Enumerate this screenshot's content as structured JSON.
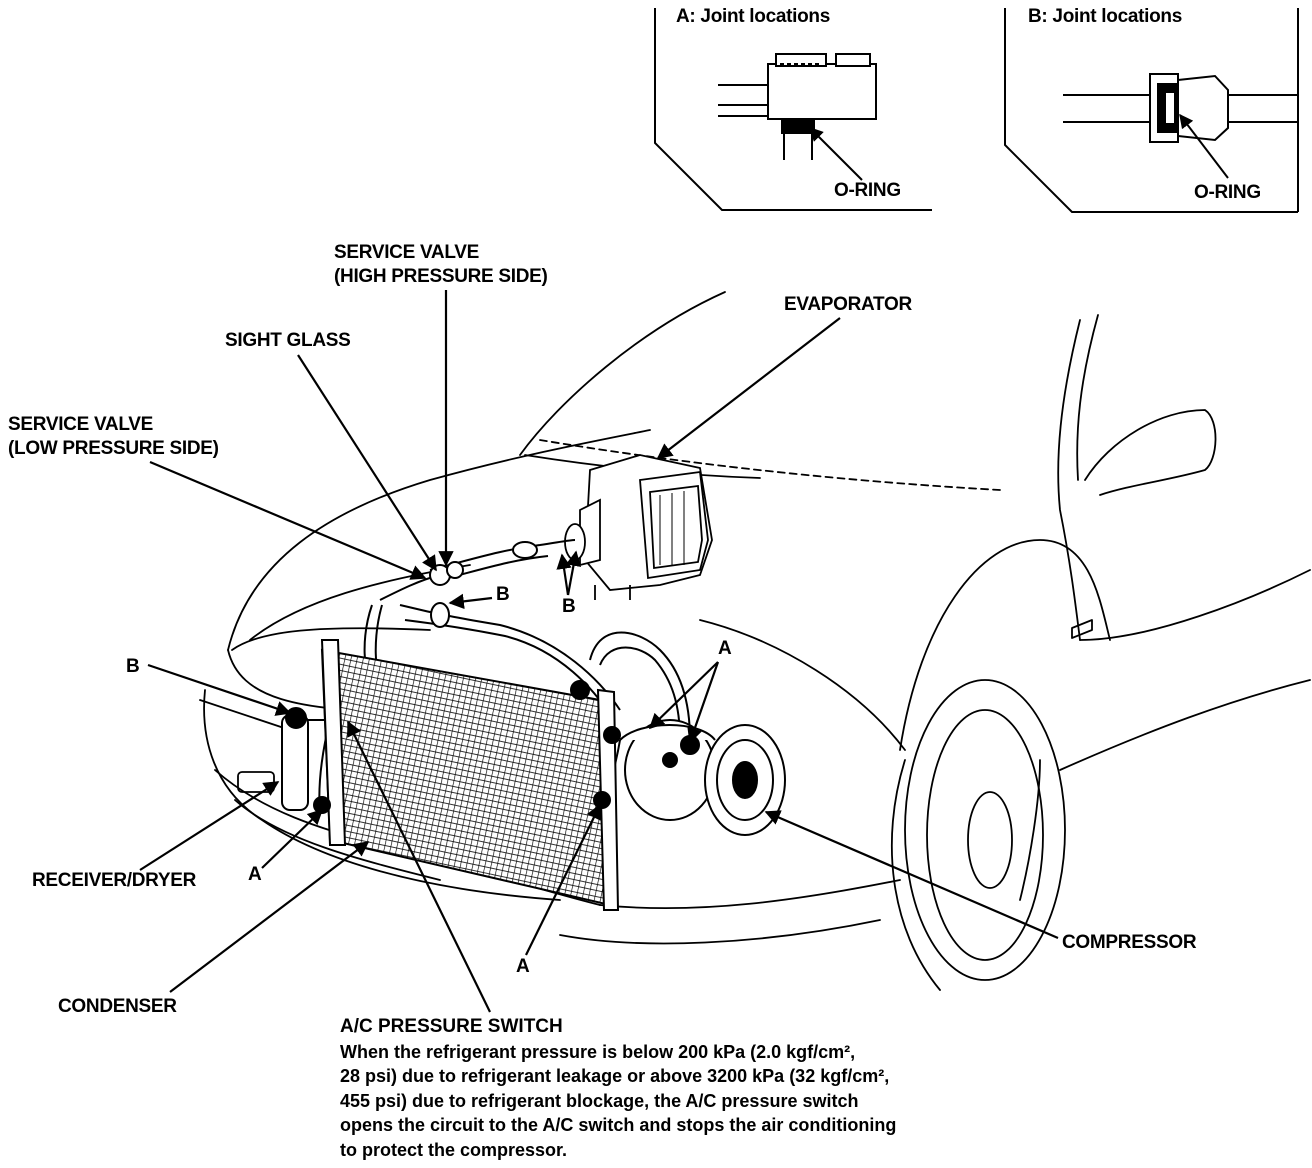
{
  "insets": {
    "a": {
      "title": "A: Joint locations",
      "part": "O-RING"
    },
    "b": {
      "title": "B: Joint locations",
      "part": "O-RING"
    }
  },
  "labels": {
    "service_valve_high": [
      "SERVICE VALVE",
      "(HIGH PRESSURE SIDE)"
    ],
    "evaporator": "EVAPORATOR",
    "sight_glass": "SIGHT GLASS",
    "service_valve_low": [
      "SERVICE VALVE",
      "(LOW PRESSURE SIDE)"
    ],
    "receiver_dryer": "RECEIVER/DRYER",
    "condenser": "CONDENSER",
    "compressor": "COMPRESSOR",
    "joint_a": "A",
    "joint_b": "B"
  },
  "note": {
    "title": "A/C PRESSURE SWITCH",
    "lines": [
      "When the refrigerant pressure is below 200 kPa (2.0 kgf/cm²,",
      "28 psi) due to refrigerant leakage or above 3200 kPa (32 kgf/cm²,",
      "455 psi) due to refrigerant blockage, the A/C pressure switch",
      "opens the circuit to the A/C switch and stops the air conditioning",
      "to protect the compressor."
    ]
  },
  "colors": {
    "ink": "#000000",
    "paper": "#ffffff"
  }
}
